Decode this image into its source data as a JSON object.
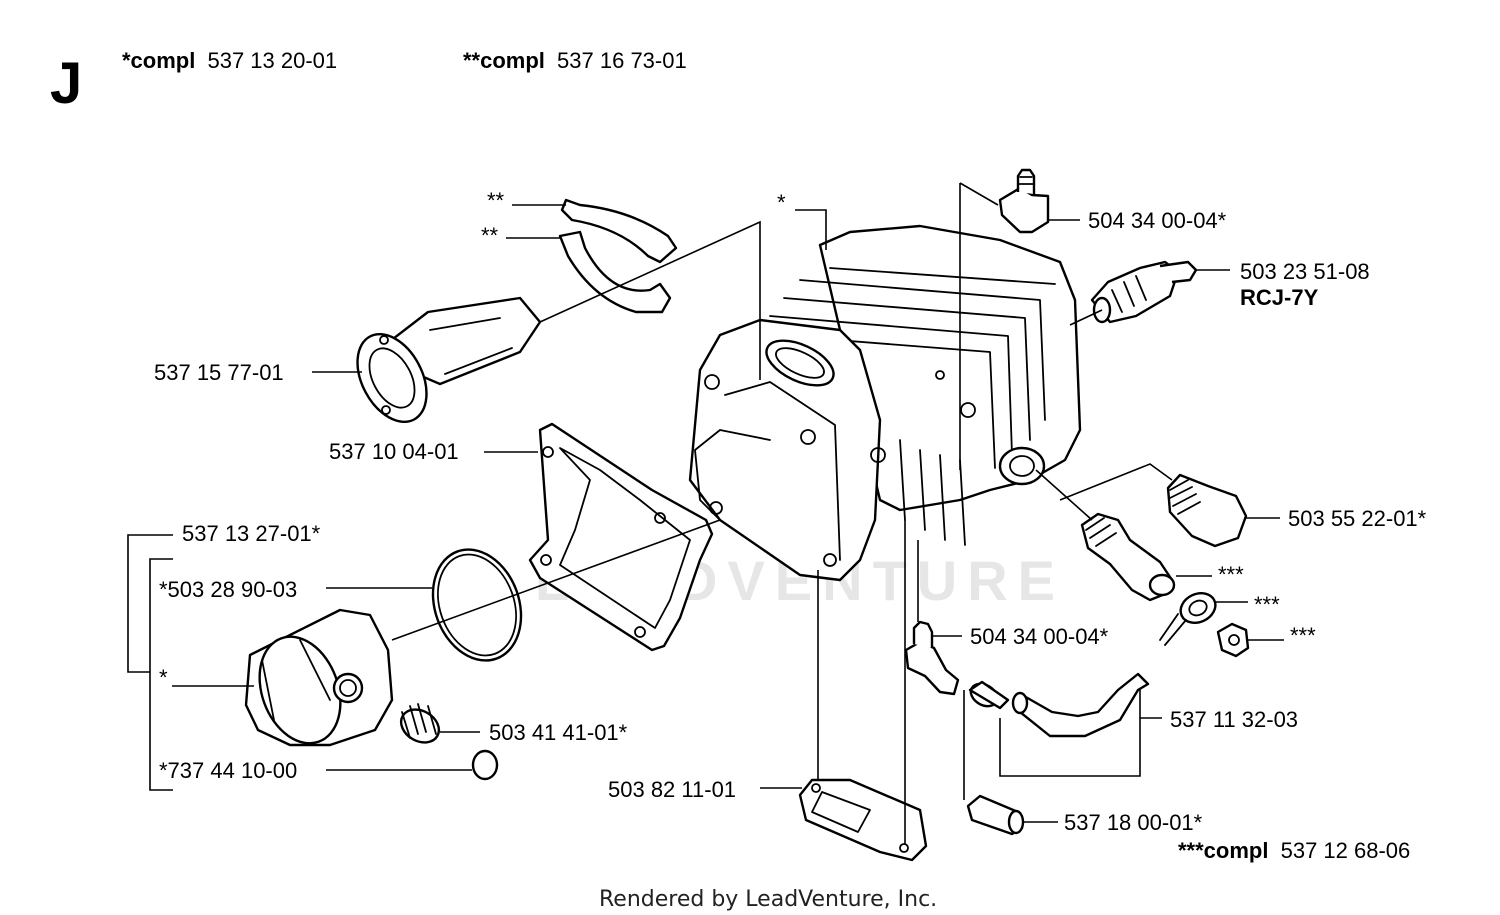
{
  "page": {
    "section_letter": "J",
    "watermark": "LEADVENTURE",
    "footer": "Rendered by LeadVenture, Inc."
  },
  "header": {
    "kit1": {
      "prefix": "*compl",
      "number": "537 13 20-01"
    },
    "kit2": {
      "prefix": "**compl",
      "number": "537 16 73-01"
    }
  },
  "kit3": {
    "prefix": "***compl",
    "number": "537 12 68-06"
  },
  "callouts": {
    "clamp_upper": "**",
    "clamp_lower": "**",
    "cylinder": "*",
    "elbow_top": "504 34 00-04*",
    "spark_plug": "503 23 51-08",
    "spark_plug_type": "RCJ-7Y",
    "intake": "537 15 77-01",
    "gasket_cyl": "537 10 04-01",
    "piston_kit": "537 13 27-01*",
    "piston_ring": "*503 28 90-03",
    "piston": "*",
    "bearing": "503 41 41-01*",
    "circlip": "*737 44 10-00",
    "decomp_valve": "503 55 22-01*",
    "nipple": "***",
    "banjo": "***",
    "banjo_bolt": "***",
    "elbow_bottom": "504 34 00-04*",
    "hose": "537 11 32-03",
    "gasket_small": "503 82 11-01",
    "plug_cap": "537 18 00-01*"
  }
}
